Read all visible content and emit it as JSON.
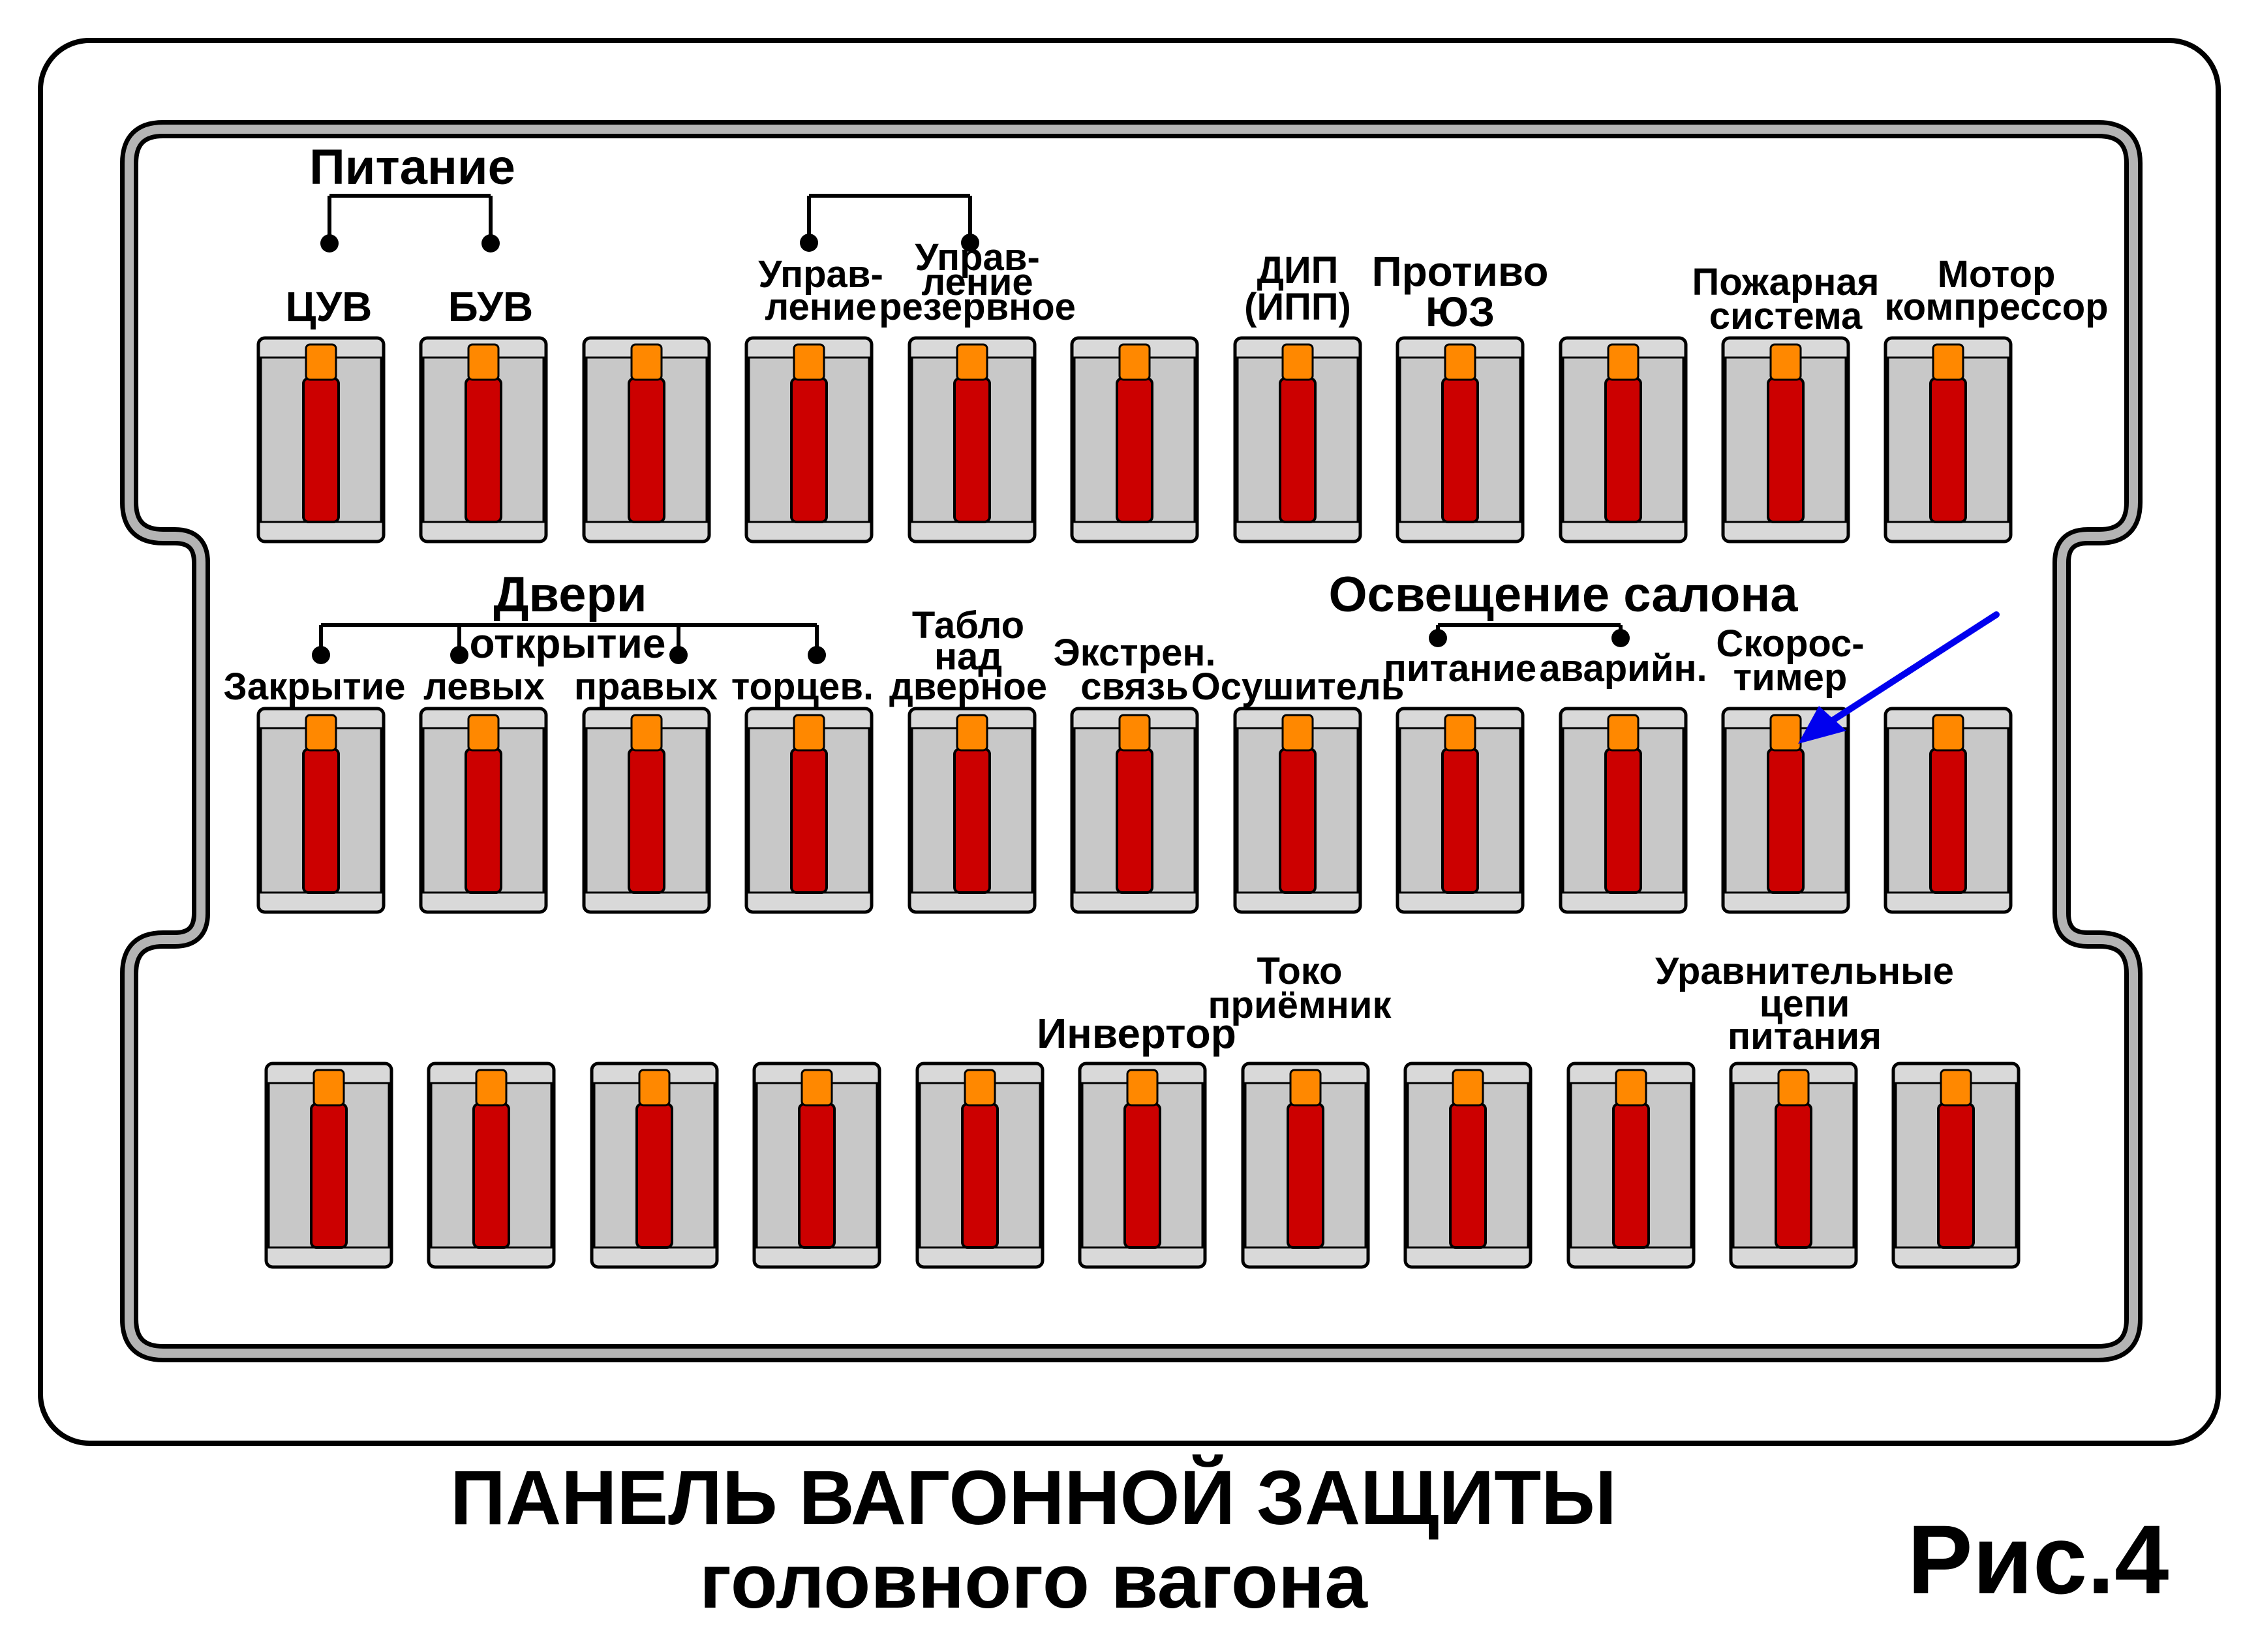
{
  "colors": {
    "housing": "#d9d9d9",
    "fuse_body": "#c8c8c8",
    "lever": "#cc0000",
    "lever_tip": "#ff8800",
    "arrow": "#0000ee",
    "outline": "#000000"
  },
  "rows": [
    {
      "row": 1,
      "breakers": [
        {
          "labels": [
            "ЦУВ"
          ]
        },
        {
          "labels": [
            "БУВ"
          ]
        },
        {
          "labels": []
        },
        {
          "labels": [
            "Управ-",
            "ление"
          ]
        },
        {
          "labels": [
            "Управ-",
            "ление",
            "резервное"
          ]
        },
        {
          "labels": []
        },
        {
          "labels": [
            "ДИП",
            "(ИПП)"
          ]
        },
        {
          "labels": [
            "Противо",
            "ЮЗ"
          ]
        },
        {
          "labels": []
        },
        {
          "labels": [
            "Пожарная",
            "система"
          ]
        },
        {
          "labels": [
            "Мотор",
            "компрессор"
          ]
        }
      ]
    },
    {
      "row": 2,
      "breakers": [
        {
          "labels": [
            "Закрытие"
          ]
        },
        {
          "labels": [
            "левых"
          ]
        },
        {
          "labels": [
            "правых"
          ]
        },
        {
          "labels": [
            "торцев."
          ]
        },
        {
          "labels": [
            "Табло",
            "над",
            "дверное"
          ]
        },
        {
          "labels": [
            "Экстрен.",
            "связь"
          ]
        },
        {
          "labels": [
            "Осушитель"
          ]
        },
        {
          "labels": [
            "питание"
          ]
        },
        {
          "labels": [
            "аварийн."
          ]
        },
        {
          "labels": [
            "Скорос-",
            "тимер"
          ]
        },
        {
          "labels": []
        }
      ]
    },
    {
      "row": 3,
      "breakers": [
        {
          "labels": []
        },
        {
          "labels": []
        },
        {
          "labels": []
        },
        {
          "labels": []
        },
        {
          "labels": []
        },
        {
          "labels": [
            "Инвертор"
          ]
        },
        {
          "labels": [
            "Токо",
            "приёмник"
          ]
        },
        {
          "labels": []
        },
        {
          "labels": []
        },
        {
          "labels": [
            "Уравнительные",
            "цепи",
            "питания"
          ]
        },
        {
          "labels": []
        }
      ]
    }
  ],
  "groups": {
    "pitanie": "Питание",
    "dveri": "Двери",
    "otkrytie": "открытие",
    "osveshchenie": "Освещение салона"
  },
  "caption": {
    "line1": "ПАНЕЛЬ ВАГОННОЙ ЗАЩИТЫ",
    "line2": "головного вагона",
    "figure": "Рис.4"
  },
  "arrow_target": "Скоростимер"
}
